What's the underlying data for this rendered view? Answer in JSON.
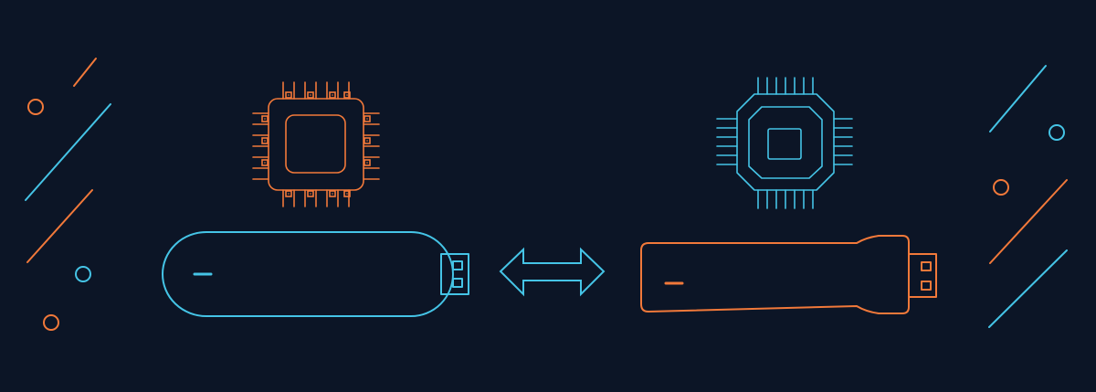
{
  "colors": {
    "background": "#0c1526",
    "orange": "#f2793a",
    "cyan": "#45c4e6"
  },
  "illustration": {
    "left_chip": {
      "icon": "cpu-chip-icon",
      "color": "orange"
    },
    "right_chip": {
      "icon": "cpu-chip-octagon-icon",
      "color": "cyan"
    },
    "left_drive": {
      "icon": "usb-flash-drive-icon",
      "color": "cyan"
    },
    "right_drive": {
      "icon": "usb-flash-drive-icon",
      "color": "orange"
    },
    "exchange_arrow": {
      "icon": "double-arrow-icon",
      "color": "cyan"
    }
  }
}
